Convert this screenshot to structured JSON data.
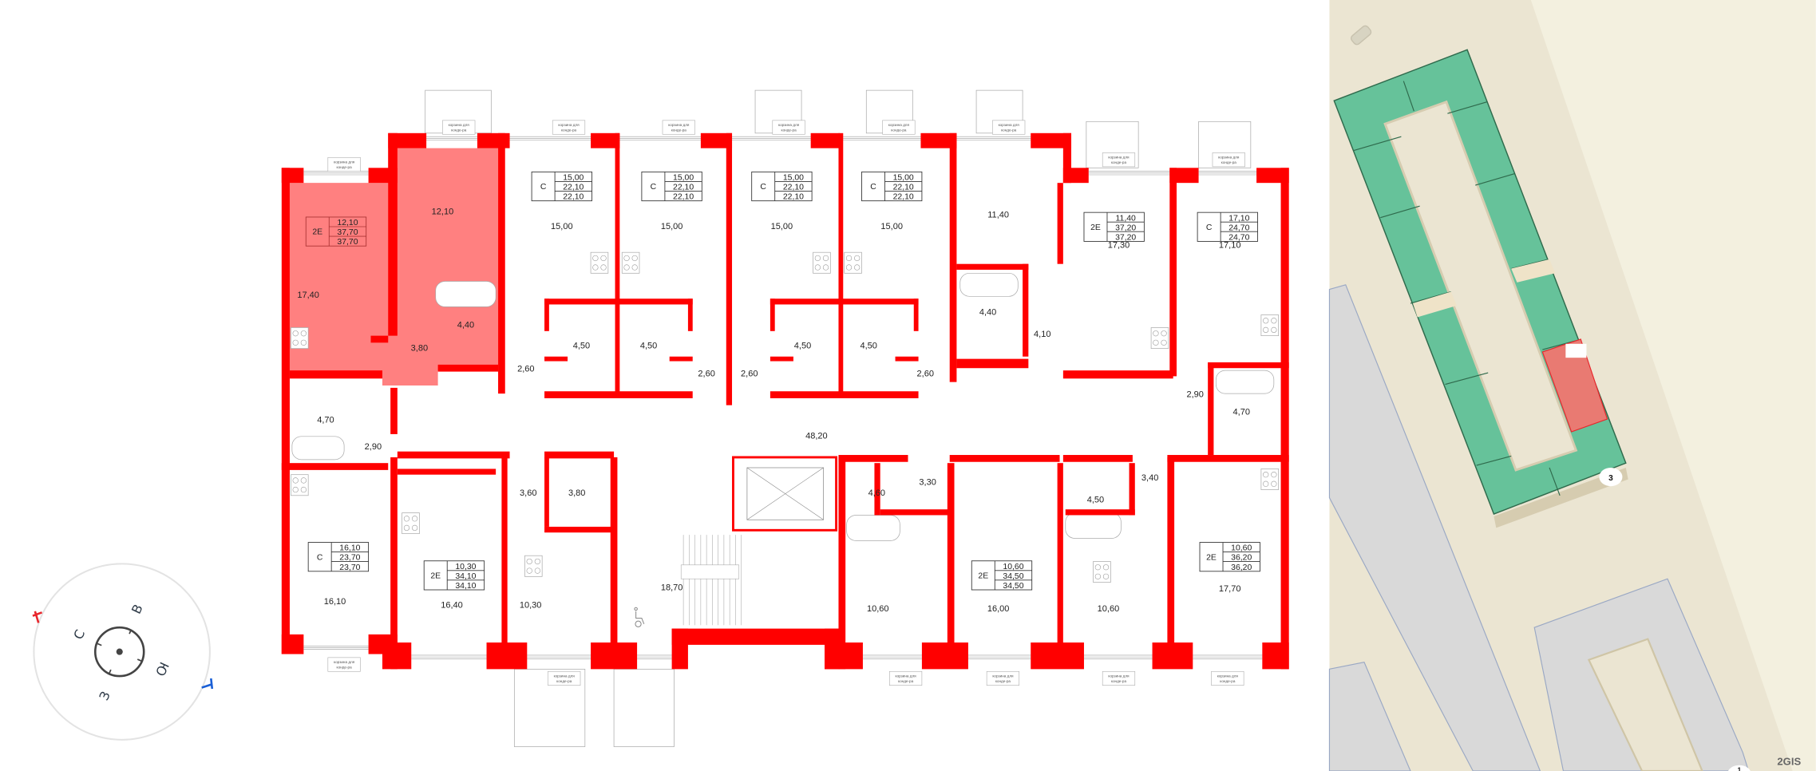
{
  "plan": {
    "wall_color": "#ff0000",
    "selected_color": "#ff8080",
    "rooms": [
      "12,10",
      "17,40",
      "4,40",
      "3,80",
      "15,00",
      "15,00",
      "15,00",
      "15,00",
      "11,40",
      "17,30",
      "17,10",
      "4,50",
      "4,50",
      "4,50",
      "4,50",
      "2,60",
      "2,60",
      "2,60",
      "2,60",
      "4,40",
      "4,10",
      "2,90",
      "4,70",
      "4,70",
      "2,90",
      "48,20",
      "3,60",
      "3,80",
      "4,60",
      "3,30",
      "4,50",
      "3,40",
      "16,10",
      "16,40",
      "10,30",
      "18,70",
      "10,60",
      "16,00",
      "10,60",
      "17,70"
    ],
    "apartments": [
      {
        "type": "2E",
        "living": "12,10",
        "total": "37,70",
        "total_alt": "37,70",
        "selected": true
      },
      {
        "type": "C",
        "living": "15,00",
        "total": "22,10",
        "total_alt": "22,10",
        "selected": false
      },
      {
        "type": "C",
        "living": "15,00",
        "total": "22,10",
        "total_alt": "22,10",
        "selected": false
      },
      {
        "type": "C",
        "living": "15,00",
        "total": "22,10",
        "total_alt": "22,10",
        "selected": false
      },
      {
        "type": "C",
        "living": "15,00",
        "total": "22,10",
        "total_alt": "22,10",
        "selected": false
      },
      {
        "type": "2E",
        "living": "11,40",
        "total": "37,20",
        "total_alt": "37,20",
        "selected": false
      },
      {
        "type": "C",
        "living": "17,10",
        "total": "24,70",
        "total_alt": "24,70",
        "selected": false
      },
      {
        "type": "C",
        "living": "16,10",
        "total": "23,70",
        "total_alt": "23,70",
        "selected": false
      },
      {
        "type": "2E",
        "living": "10,30",
        "total": "34,10",
        "total_alt": "34,10",
        "selected": false
      },
      {
        "type": "2E",
        "living": "10,60",
        "total": "34,50",
        "total_alt": "34,50",
        "selected": false
      },
      {
        "type": "2E",
        "living": "10,60",
        "total": "36,20",
        "total_alt": "36,20",
        "selected": false
      }
    ],
    "basket_label": [
      "корзина для",
      "конде-ра"
    ]
  },
  "compass": {
    "north": "С",
    "east": "В",
    "south": "Ю",
    "west": "З",
    "marker_start_color": "#e8262c",
    "marker_end_color": "#1a5fd6"
  },
  "map": {
    "building_label": "3",
    "neighbor_label": "1",
    "logo": "2GIS",
    "colors": {
      "ground": "#ebe5d2",
      "road": "#f3f0df",
      "section": "#66c29a",
      "selected_section": "#e97a72",
      "other_building": "#d9d9d9"
    }
  }
}
